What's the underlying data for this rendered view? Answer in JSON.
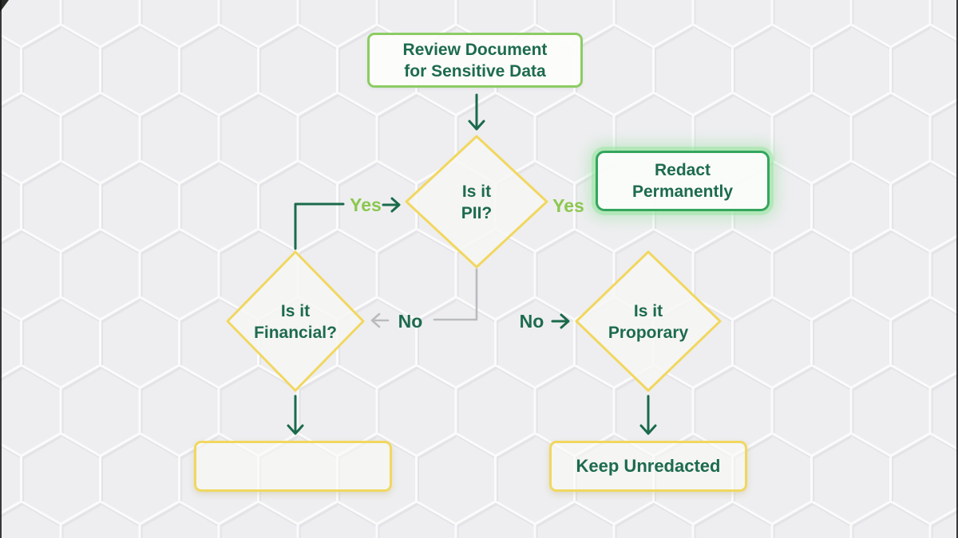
{
  "flowchart": {
    "nodes": {
      "review": {
        "label": "Review Document\nfor Sensitive Data",
        "type": "process"
      },
      "pii": {
        "label": "Is it\nPII?",
        "type": "decision"
      },
      "redact": {
        "label": "Redact\nPermanently",
        "type": "process",
        "highlighted": true
      },
      "financial": {
        "label": "Is it\nFinancial?",
        "type": "decision"
      },
      "proprietary": {
        "label": "Is it\nProporary",
        "type": "decision"
      },
      "empty_action": {
        "label": "",
        "type": "process"
      },
      "keep": {
        "label": "Keep Unredacted",
        "type": "process"
      }
    },
    "edge_labels": {
      "yes_left": "Yes",
      "yes_right": "Yes",
      "no_center": "No",
      "no_right": "No"
    },
    "colors": {
      "background": "#eeeef0",
      "dark_green": "#1d6b4e",
      "light_green": "#8cc74f",
      "review_border_green": "#8ccc64",
      "accent_green": "#33a65d",
      "glow_green": "rgba(140,222,150,0.38)",
      "yellow": "#f1d75f",
      "gray_connector": "#babbbe"
    }
  }
}
